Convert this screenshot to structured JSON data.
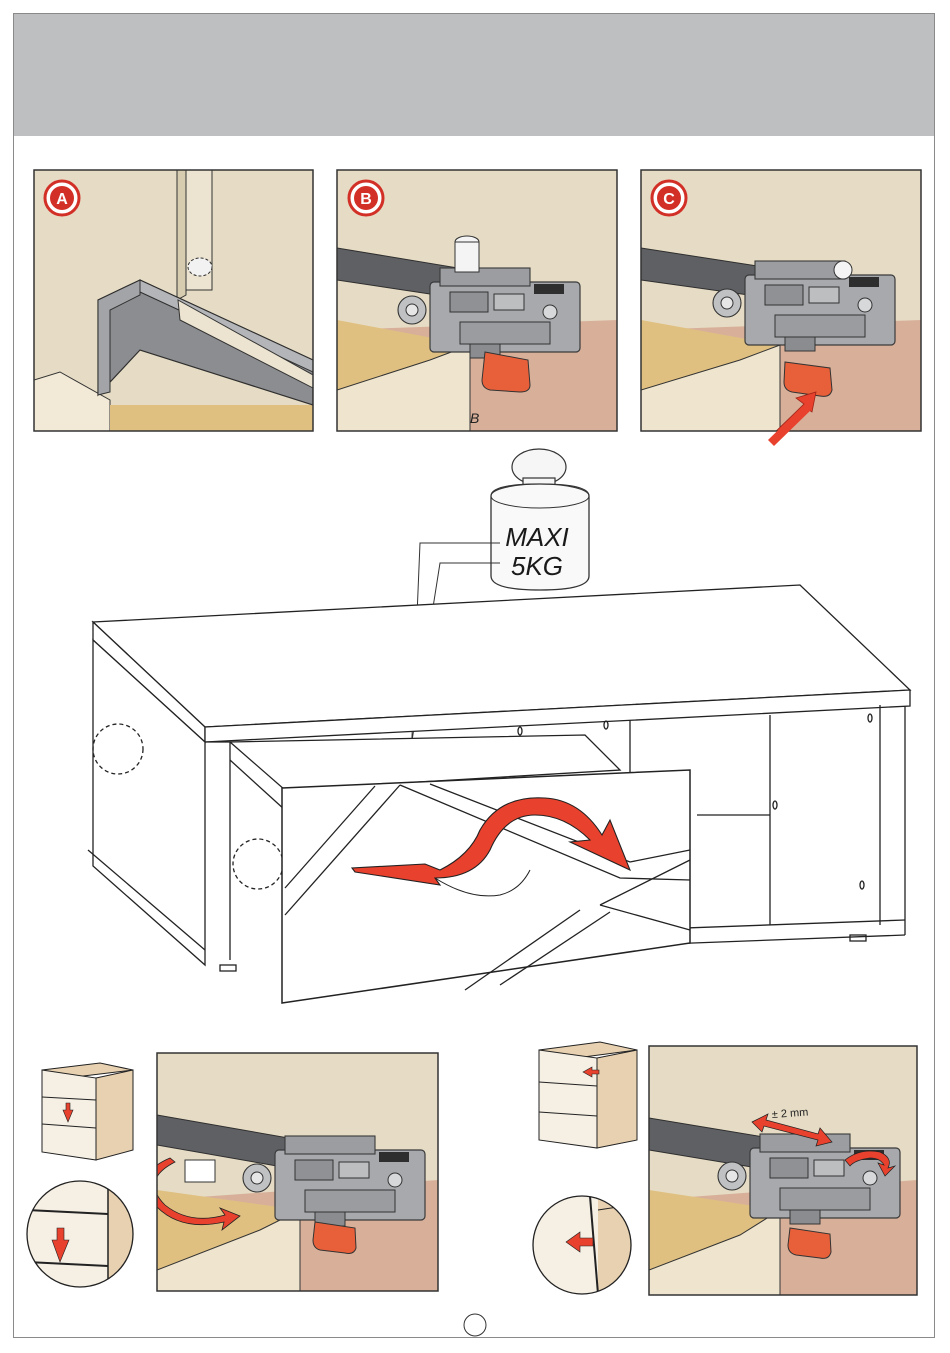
{
  "panels": {
    "a": {
      "label": "A"
    },
    "b": {
      "label": "B",
      "marker": "B"
    },
    "c": {
      "label": "C"
    }
  },
  "weight": {
    "line1": "MAXI",
    "line2": "5KG"
  },
  "adjustment": {
    "tolerance": "± 2 mm"
  },
  "colors": {
    "header": "#bebfc1",
    "wall": "#e6dcc5",
    "floor_gold": "#dfc080",
    "floor_pink": "#d8b09a",
    "rail": "#8c8d90",
    "bracket": "#a7a9ac",
    "accent_red": "#e8412d",
    "lever_orange": "#e8603a",
    "drawer_wood": "#e7d1b0"
  },
  "icons": [
    "red-circle-badge-icon",
    "arrow-up-icon",
    "arrow-left-icon",
    "curved-arrow-icon",
    "double-arrow-icon"
  ]
}
